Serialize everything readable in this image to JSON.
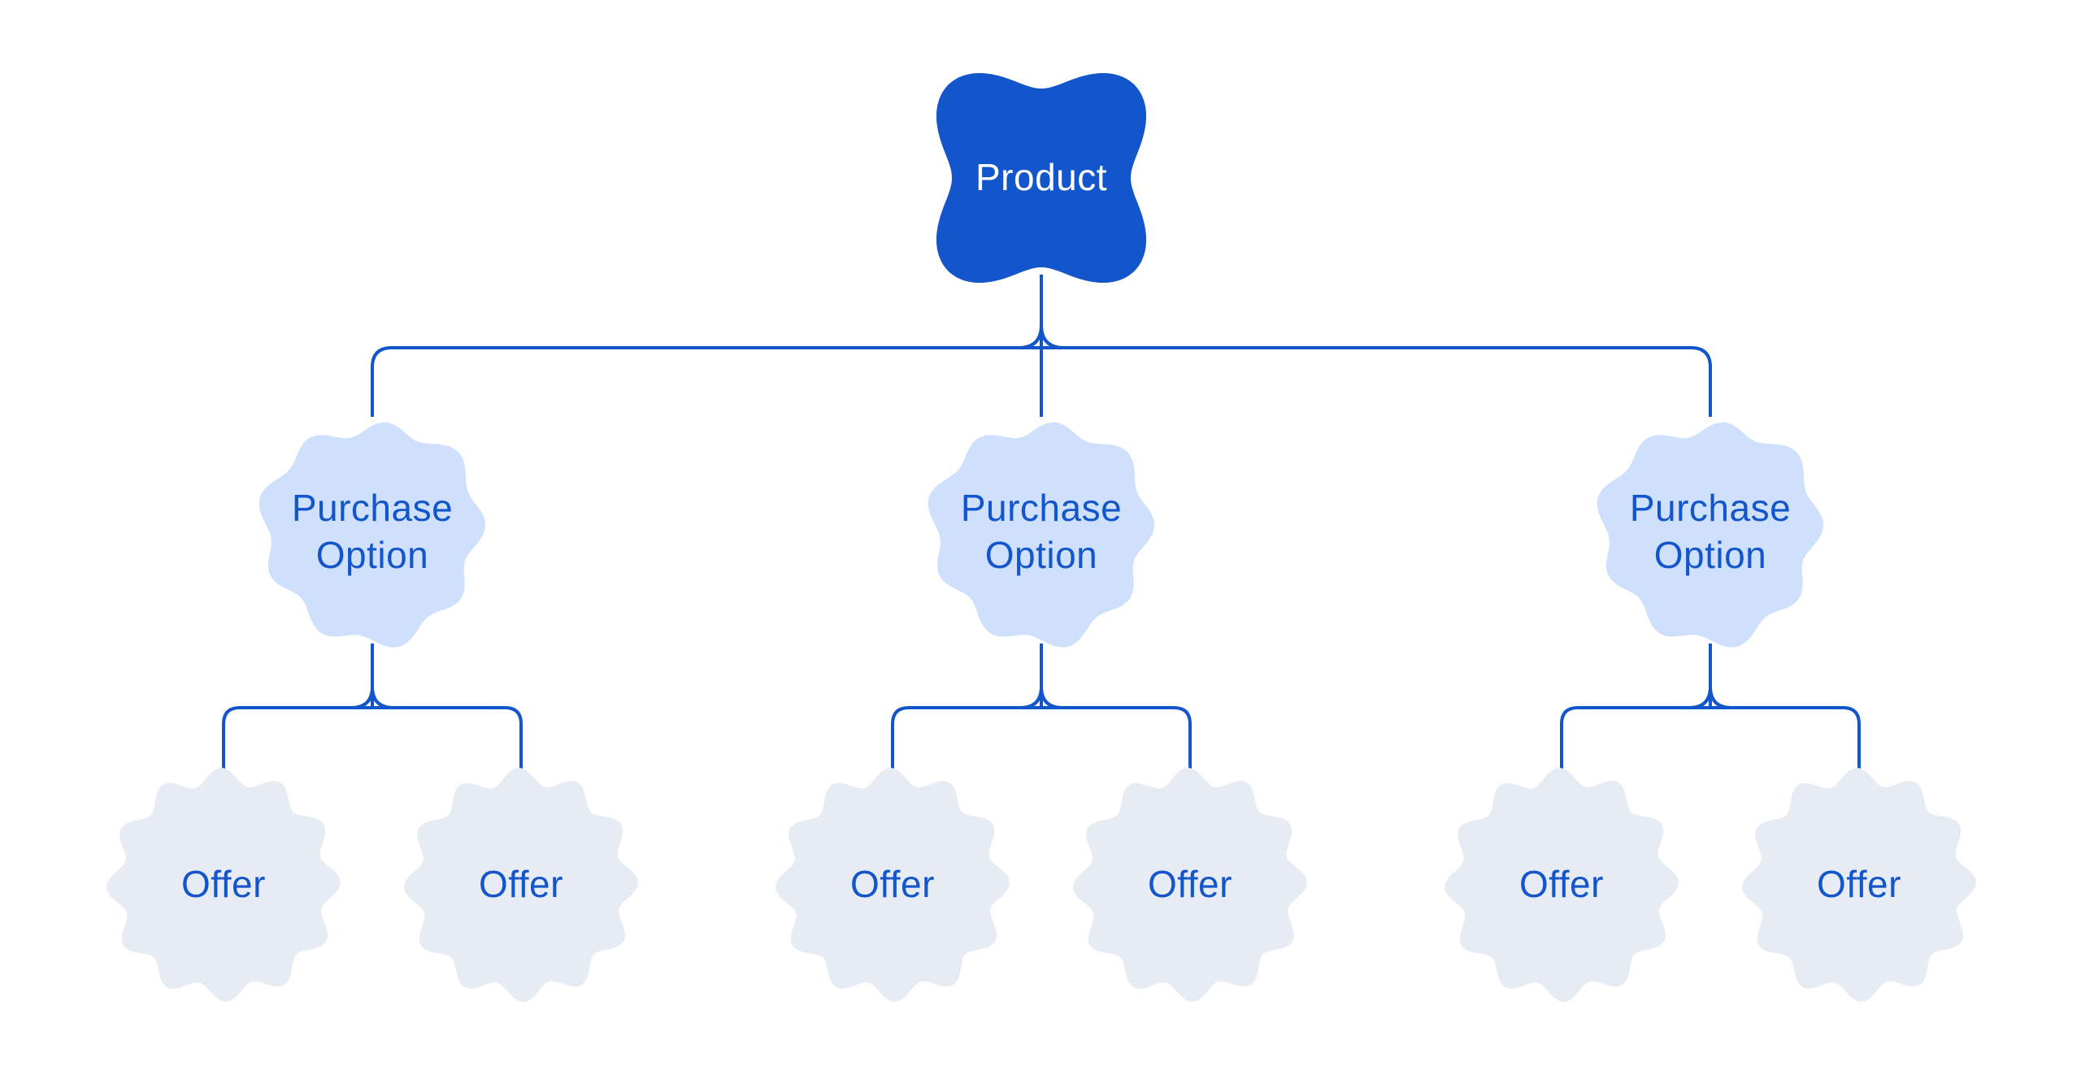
{
  "page": {
    "background": "#ffffff"
  },
  "colors": {
    "node_blue": "#1355cb",
    "connector_blue": "#1355cb",
    "label_blue": "#1355cb",
    "purchase_fill": "#cfe0fc",
    "offer_fill": "#e7ebf4",
    "product_text": "#ffffff"
  },
  "diagram": {
    "root": {
      "label": "Product"
    },
    "purchase_options": [
      {
        "label": "Purchase Option",
        "offers": [
          {
            "label": "Offer"
          },
          {
            "label": "Offer"
          }
        ]
      },
      {
        "label": "Purchase Option",
        "offers": [
          {
            "label": "Offer"
          },
          {
            "label": "Offer"
          }
        ]
      },
      {
        "label": "Purchase Option",
        "offers": [
          {
            "label": "Offer"
          },
          {
            "label": "Offer"
          }
        ]
      }
    ]
  }
}
